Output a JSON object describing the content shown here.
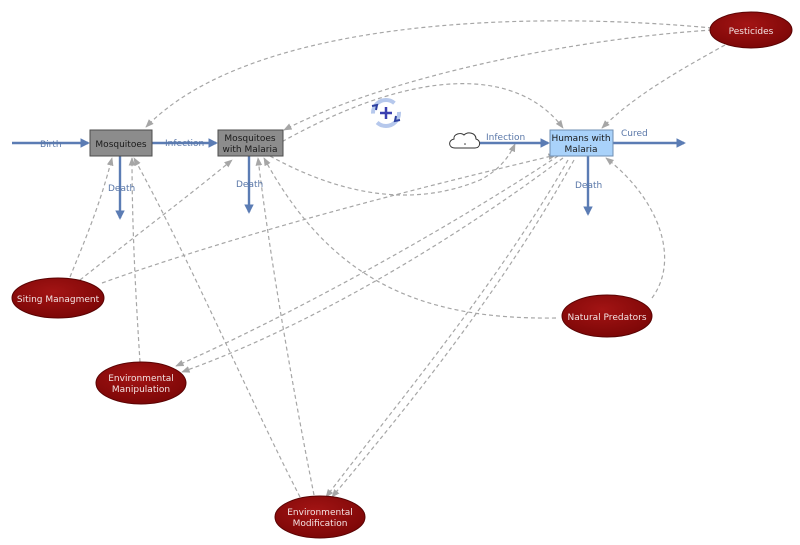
{
  "stocks": {
    "mosquitoes": {
      "label": "Mosquitoes",
      "fill": "#8c8c8c"
    },
    "mosquitoes_malaria": {
      "line1": "Mosquitoes",
      "line2": "with Malaria",
      "fill": "#8c8c8c"
    },
    "humans_malaria": {
      "line1": "Humans with",
      "line2": "Malaria",
      "fill": "#a9d2fa"
    }
  },
  "flows": {
    "birth": "Birth",
    "infection_mosquito": "Infection",
    "mosquito_death": "Death",
    "mosquito_malaria_death": "Death",
    "infection_human": "Infection",
    "cured": "Cured",
    "human_death": "Death"
  },
  "variables": {
    "pesticides": "Pesticides",
    "siting": "Siting Managment",
    "env_manip_1": "Environmental",
    "env_manip_2": "Manipulation",
    "natural_predators": "Natural Predators",
    "env_mod_1": "Environmental",
    "env_mod_2": "Modification"
  },
  "colors": {
    "variable_fill": "#8b0a0a",
    "flow": "#5b7cb4",
    "link": "#a6a6a6"
  },
  "icons": {
    "loop": "reinforcing-loop-icon",
    "source": "cloud-source-icon"
  }
}
